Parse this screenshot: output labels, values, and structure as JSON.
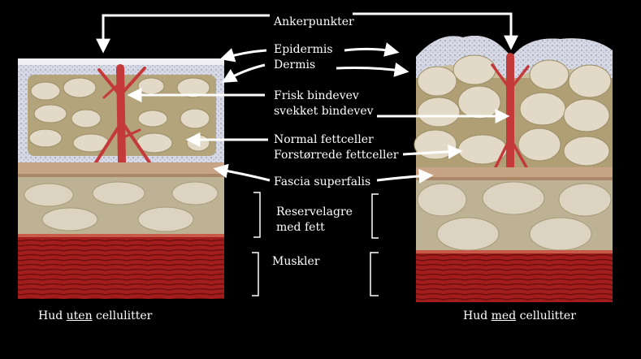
{
  "labels": {
    "anchor": "Ankerpunkter",
    "epidermis": "Epidermis",
    "dermis": "Dermis",
    "healthy_tissue": "Frisk bindevev",
    "weak_tissue": "svekket bindevev",
    "normal_fat": "Normal fettceller",
    "enlarged_fat": "Forstørrede fettceller",
    "fascia": "Fascia superfalis",
    "reserve_line1": "Reservelagre",
    "reserve_line2": "med fett",
    "muscles": "Muskler"
  },
  "captions": {
    "left": {
      "before": "Hud ",
      "emph": "uten",
      "after": " cellulitter"
    },
    "right": {
      "before": "Hud ",
      "emph": "med",
      "after": " cellulitter"
    }
  },
  "colors": {
    "background": "#000000",
    "text": "#ffffff",
    "epidermis": "#dcdce6",
    "fat_matrix": "#b8ab86",
    "fat_cell": "#e4dccb",
    "fascia": "#c8a884",
    "reserve_layer": "#cfc6b0",
    "muscle": "#9a1b1b",
    "vessel": "#d04040"
  }
}
